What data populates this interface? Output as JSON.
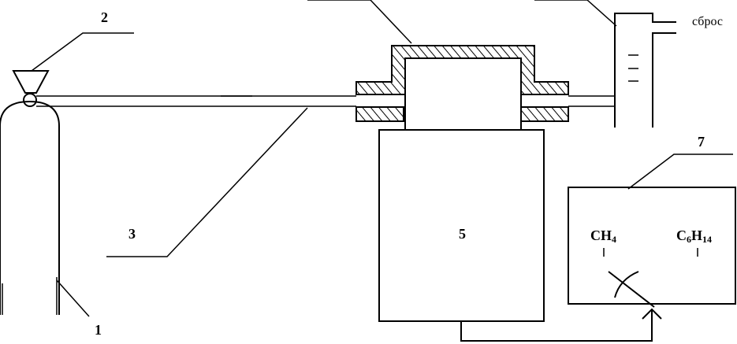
{
  "labels": {
    "cylinder": "1",
    "valve": "2",
    "pipe": "3",
    "chamber": "5",
    "detector": "7",
    "exhaust": "сброс"
  },
  "detector": {
    "gas1": {
      "base": "CH",
      "sub": "4"
    },
    "gas2": {
      "c": "C",
      "c_sub": "6",
      "h": "H",
      "h_sub": "14"
    }
  },
  "colors": {
    "line": "#000000",
    "background": "#ffffff"
  }
}
